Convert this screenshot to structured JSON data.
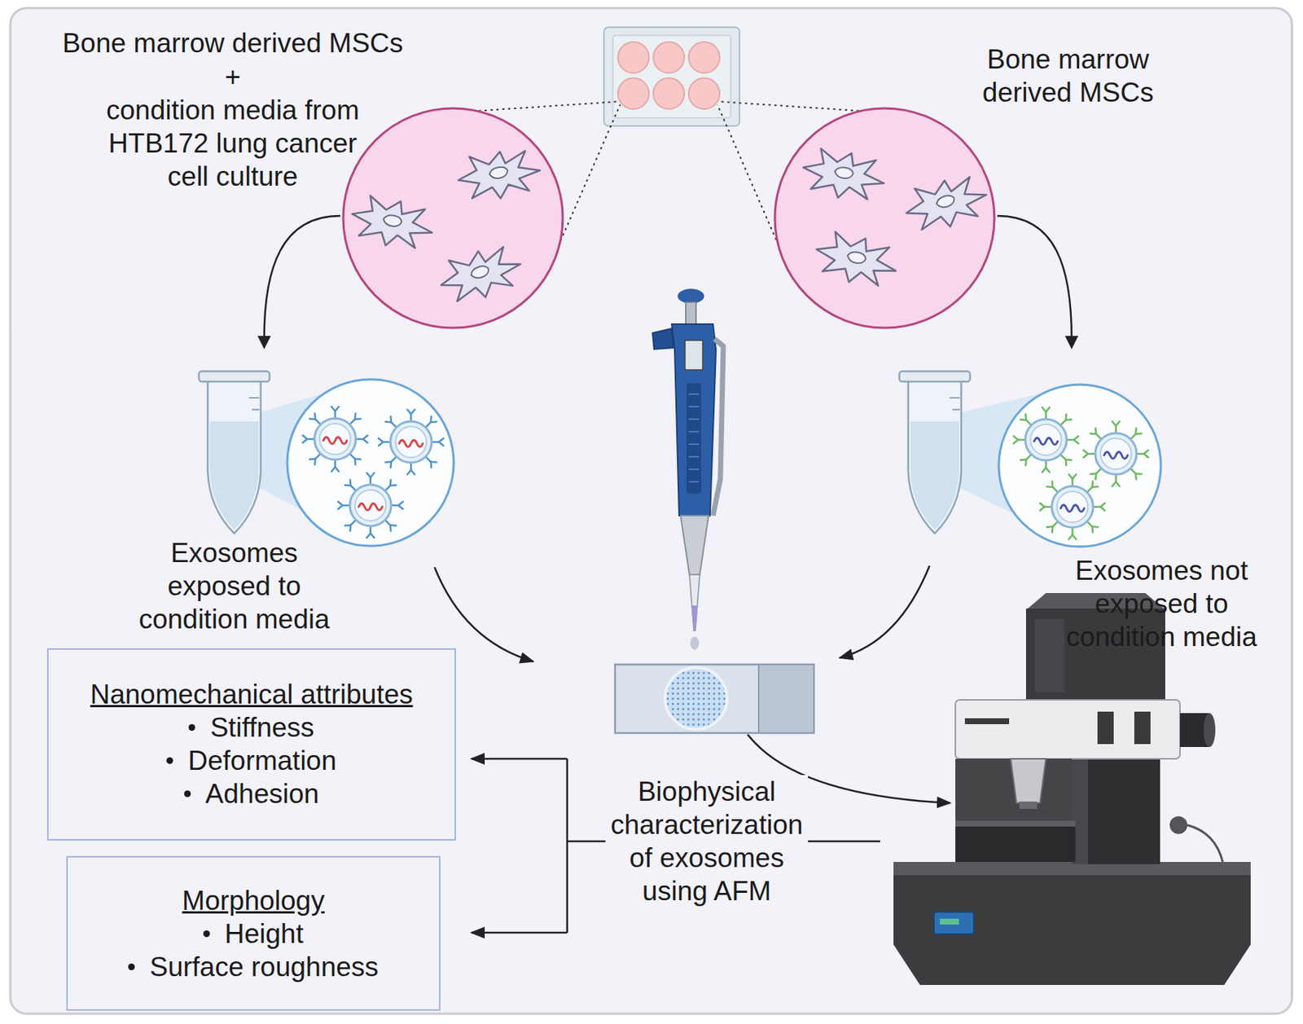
{
  "diagram": {
    "nodes": [
      {
        "text": [
          "Bone marrow derived MSCs",
          "+",
          "condition media from HTB172 lung cancer cell culture"
        ]
      },
      {
        "text": [
          "Bone marrow derived MSCs"
        ]
      },
      {
        "text": [
          "Exosomes exposed to condition media"
        ]
      },
      {
        "text": [
          "Exosomes not exposed to condition media"
        ]
      },
      {
        "text": [
          "Nanomechanical attributes",
          "Stiffness",
          "Deformation",
          "Adhesion"
        ]
      },
      {
        "text": [
          "Morphology",
          "Height",
          "Surface roughness"
        ]
      }
    ],
    "edges": [
      {
        "from": 0,
        "to": 2,
        "arrow": "to"
      },
      {
        "from": 1,
        "to": 3,
        "arrow": "to"
      }
    ],
    "labels": [
      "Biophysical characterization of exosomes using AFM"
    ]
  }
}
